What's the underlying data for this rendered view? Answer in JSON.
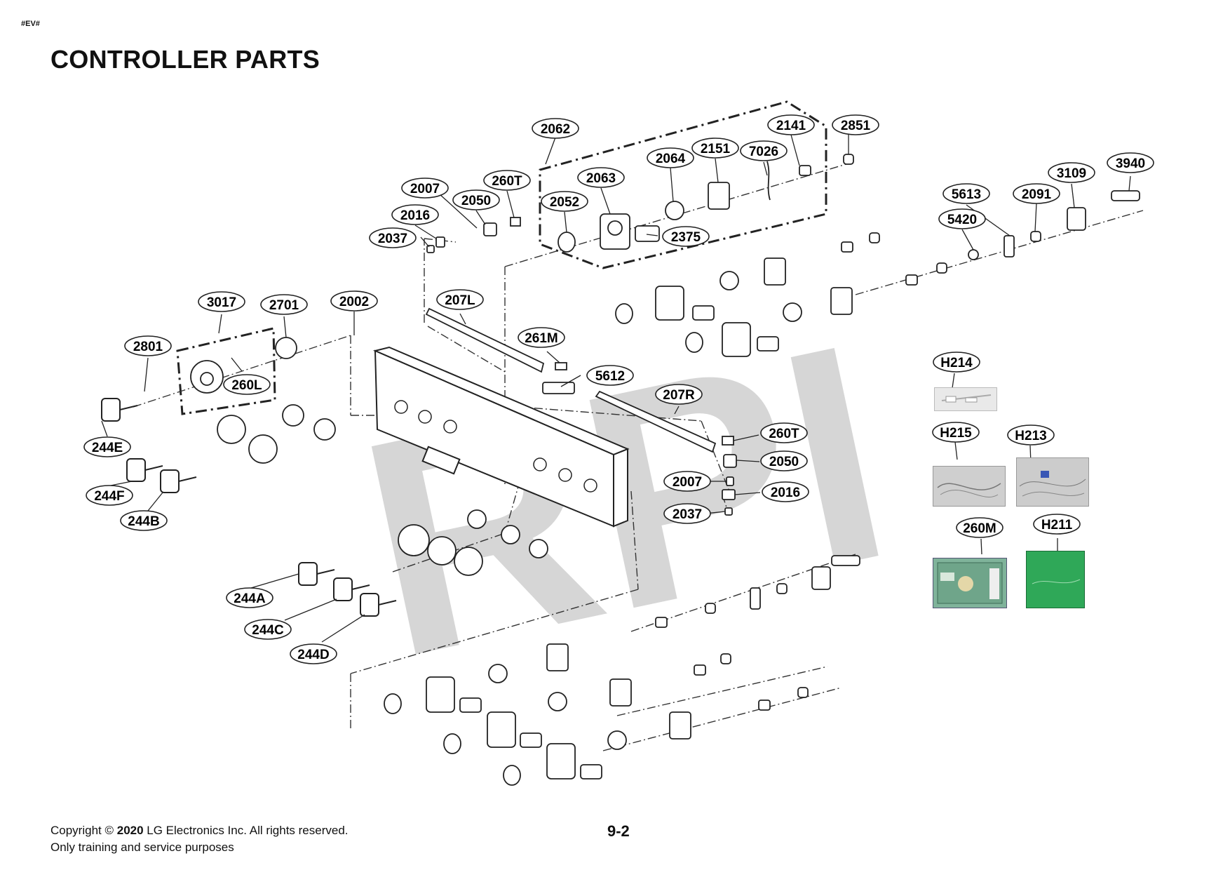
{
  "header": {
    "code": "#EV#",
    "title": "CONTROLLER PARTS"
  },
  "watermark": "RPI",
  "callouts": {
    "c2062": "2062",
    "c2141": "2141",
    "c2851": "2851",
    "c2064": "2064",
    "c2151": "2151",
    "c7026": "7026",
    "c2063": "2063",
    "c2052": "2052",
    "c2375": "2375",
    "c2007a": "2007",
    "c2050a": "2050",
    "c260Ta": "260T",
    "c2016a": "2016",
    "c2037a": "2037",
    "c5613": "5613",
    "c2091": "2091",
    "c3109": "3109",
    "c3940": "3940",
    "c5420": "5420",
    "c3017": "3017",
    "c2701": "2701",
    "c2002": "2002",
    "c207L": "207L",
    "c2801": "2801",
    "c260L": "260L",
    "c261M": "261M",
    "c5612": "5612",
    "c207R": "207R",
    "c260Tb": "260T",
    "c2050b": "2050",
    "c2007b": "2007",
    "c2016b": "2016",
    "c2037b": "2037",
    "c244E": "244E",
    "c244F": "244F",
    "c244B": "244B",
    "c244A": "244A",
    "c244C": "244C",
    "c244D": "244D",
    "cH214": "H214",
    "cH215": "H215",
    "cH213": "H213",
    "c260M": "260M",
    "cH211": "H211"
  },
  "footer": {
    "copyright_prefix": "Copyright © ",
    "year": "2020",
    "copyright_suffix": " LG Electronics Inc. All rights reserved.",
    "line2": "Only training and service purposes",
    "page_number": "9-2"
  }
}
